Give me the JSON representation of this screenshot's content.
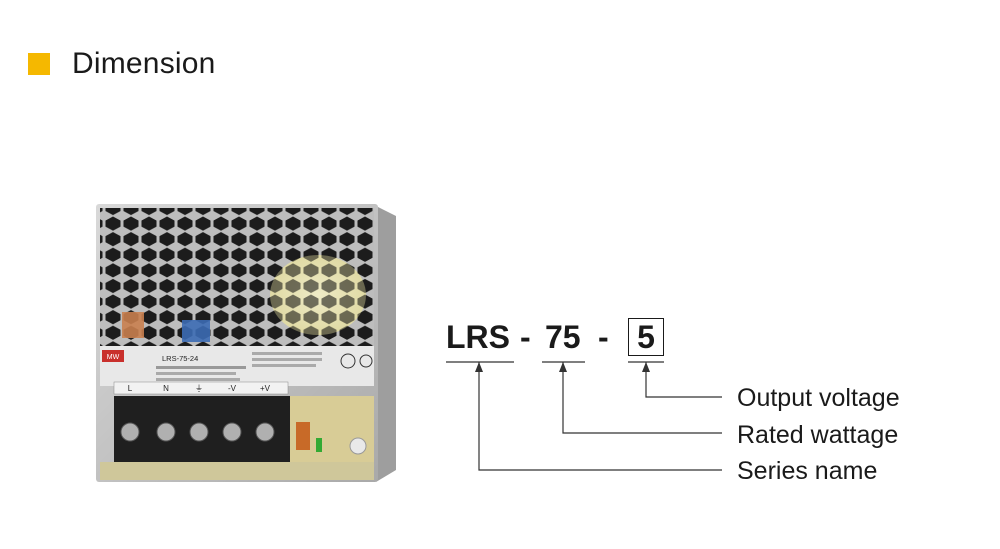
{
  "header": {
    "title": "Dimension",
    "accent_color": "#f5b800"
  },
  "product": {
    "label_model": "LRS-75-24",
    "brand": "MW",
    "terminals": [
      "L",
      "N",
      "⏚",
      "-V",
      "+V"
    ]
  },
  "code": {
    "series": "LRS",
    "wattage": "75",
    "voltage": "5",
    "separator": "-"
  },
  "legend": {
    "output_voltage": "Output voltage",
    "rated_wattage": "Rated wattage",
    "series_name": "Series name"
  }
}
